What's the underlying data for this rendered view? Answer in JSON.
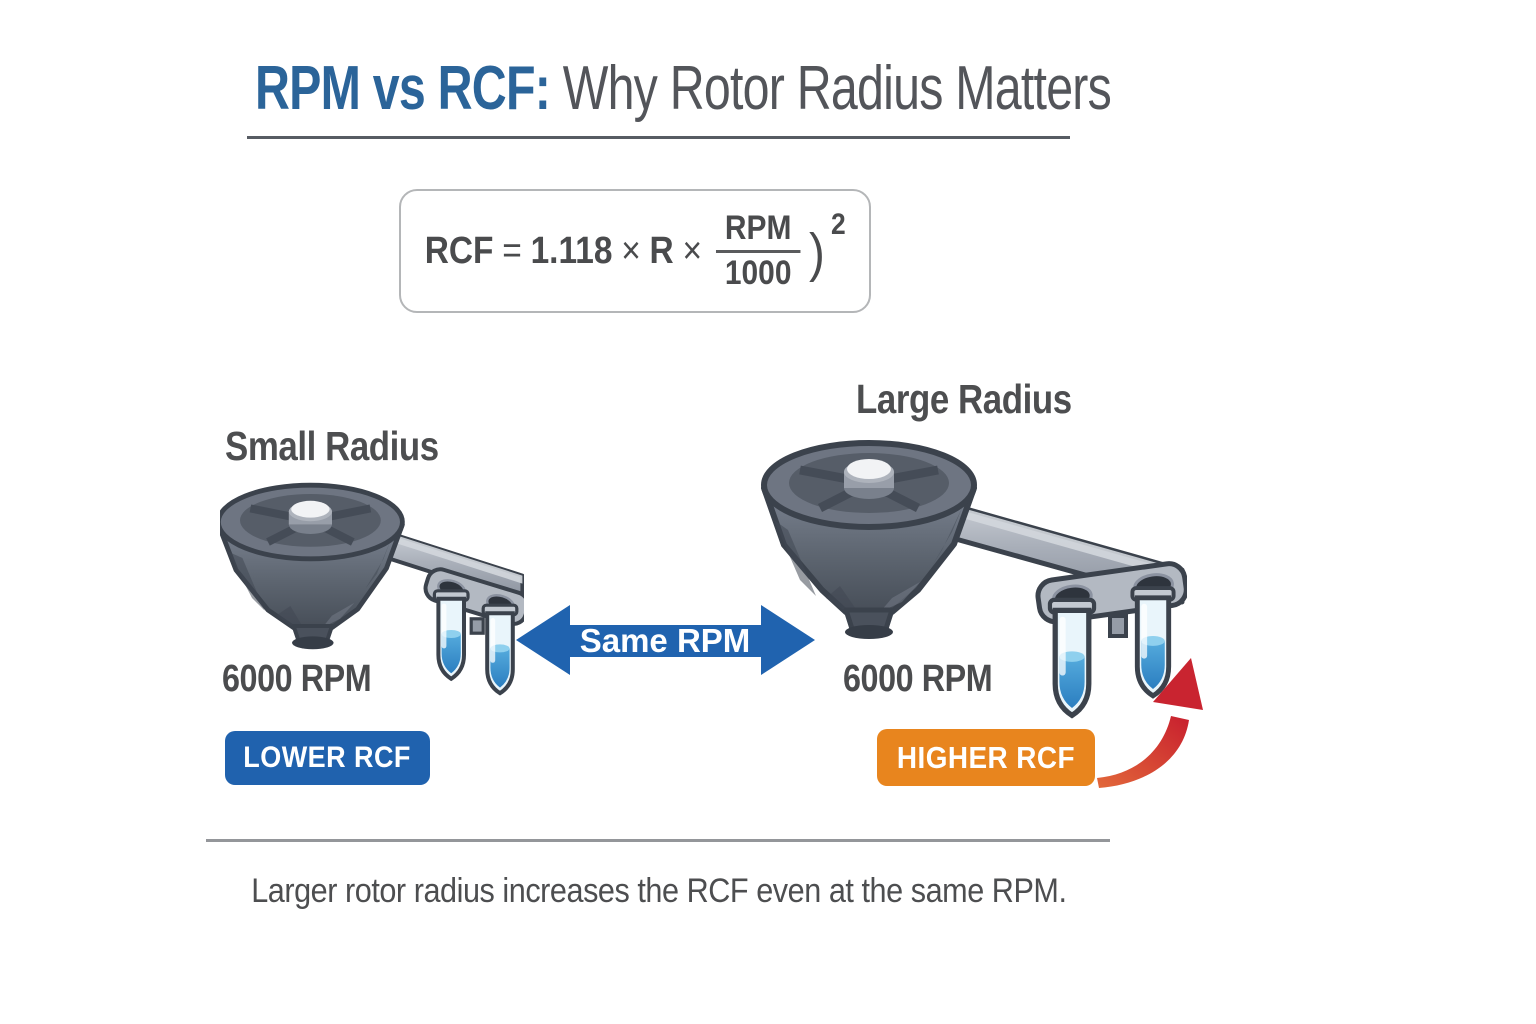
{
  "title": {
    "emphasis": "RPM vs RCF:",
    "rest": " Why Rotor Radius Matters"
  },
  "formula": {
    "lhs": "RCF",
    "equals": "=",
    "coefficient": "1.118",
    "times": "×",
    "radius_symbol": "R",
    "numerator": "RPM",
    "denominator": "1000",
    "close_paren": ")",
    "exponent": "2"
  },
  "left_rotor": {
    "label": "Small Radius",
    "rpm": "6000 RPM",
    "badge": "LOWER RCF"
  },
  "right_rotor": {
    "label": "Large Radius",
    "rpm": "6000 RPM",
    "badge": "HIGHER RCF"
  },
  "comparison_arrow": {
    "label": "Same RPM"
  },
  "caption": "Larger rotor radius increases the RCF even at the same RPM.",
  "colors": {
    "title_blue": "#2b6499",
    "text_gray": "#4d4e50",
    "badge_blue": "#2062ae",
    "badge_orange": "#e8851e",
    "arrow_blue": "#2063af",
    "arrow_red": "#c92430"
  }
}
